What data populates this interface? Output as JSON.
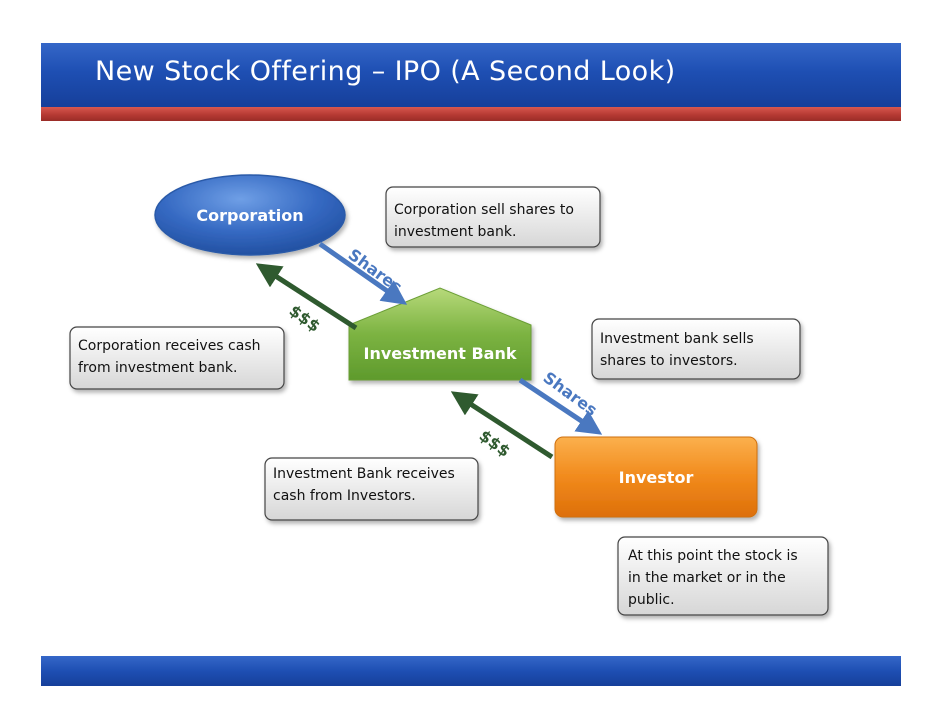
{
  "title": "New Stock Offering – IPO (A Second Look)",
  "nodes": {
    "corporation": "Corporation",
    "investment_bank": "Investment Bank",
    "investor": "Investor"
  },
  "arrow_labels": {
    "shares_1": "Shares",
    "shares_2": "Shares",
    "cash_1": "$$$",
    "cash_2": "$$$"
  },
  "notes": {
    "corp_sells": [
      "Corporation sell shares to",
      "investment bank."
    ],
    "corp_receives": [
      "Corporation receives cash",
      "from investment bank."
    ],
    "bank_sells": [
      "Investment bank sells",
      "shares to investors."
    ],
    "bank_receives": [
      "Investment Bank receives",
      "cash from Investors."
    ],
    "market": [
      "At this point the stock is",
      "in the market or in the",
      "public."
    ]
  },
  "colors": {
    "title_bar": "#1e4fb3",
    "title_stripe": "#b63a33",
    "corporation": "#2f63b8",
    "investment_bank": "#6ea83a",
    "investor": "#ef8418",
    "shares_arrow": "#4a78c0",
    "cash_arrow": "#2f5a2f"
  }
}
